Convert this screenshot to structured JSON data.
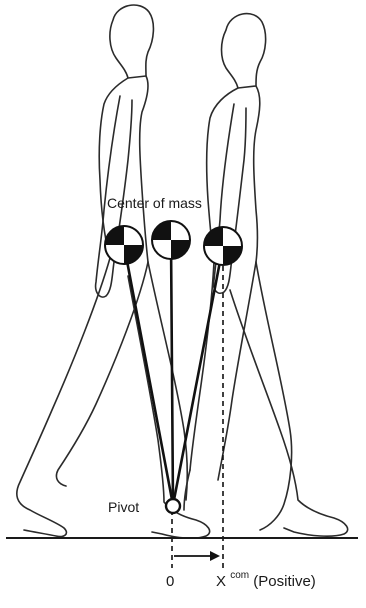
{
  "labels": {
    "center_of_mass": "Center of mass",
    "pivot": "Pivot",
    "origin": "0",
    "xcom_base": "X",
    "xcom_superscript": "com",
    "xcom_suffix": "(Positive)"
  },
  "colors": {
    "outline": "#2b2b2b",
    "ground": "#1a1a1a",
    "marker_dark": "#111111",
    "marker_light": "#ffffff"
  },
  "figures": [
    "walking-person-back",
    "walking-person-front"
  ],
  "com_markers": [
    "com-marker-rear",
    "com-marker-mid",
    "com-marker-front"
  ]
}
